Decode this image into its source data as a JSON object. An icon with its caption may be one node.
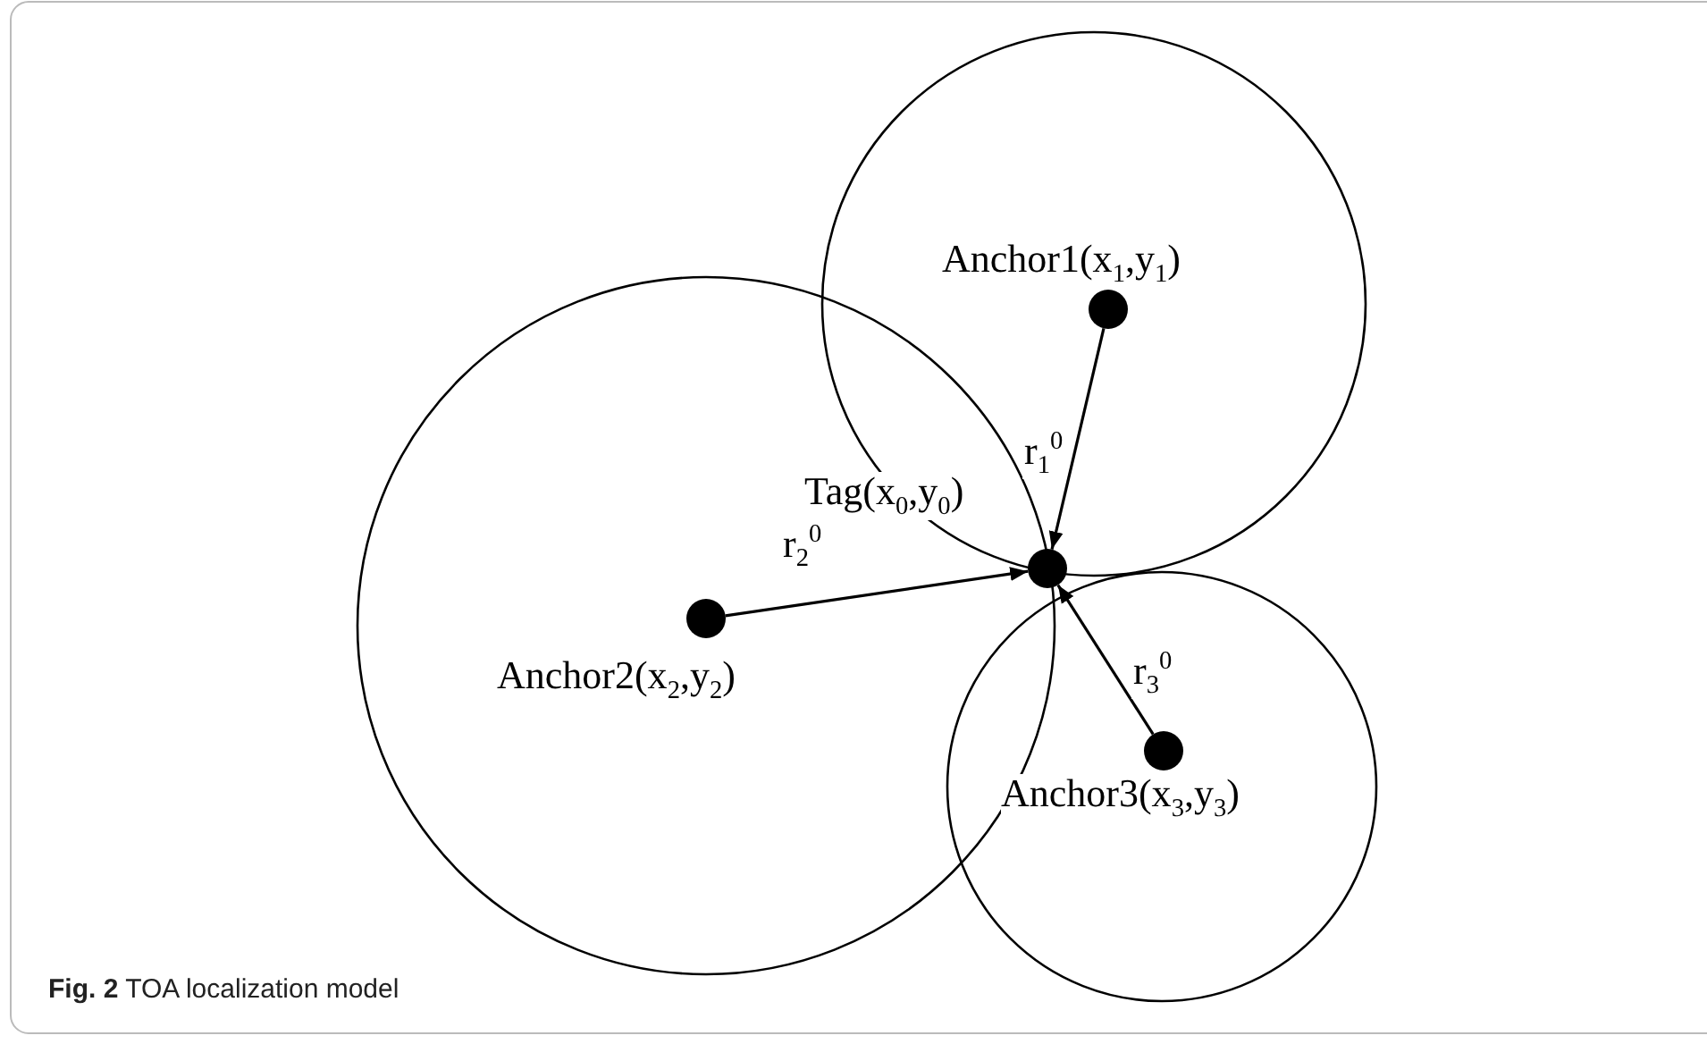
{
  "diagram": {
    "caption": "**Fig. 2** TOA localization model",
    "nodes": [
      {
        "text": [],
        "shape": "circle",
        "beside": [
          "Anchor1(x$_{1}$,y$_{1}$)"
        ]
      },
      {
        "text": [],
        "shape": "circle",
        "beside": [
          "Tag(x$_{0}$,y$_{0}$)"
        ]
      },
      {
        "text": [],
        "shape": "circle",
        "beside": [
          "Anchor2(x$_{2}$,y$_{2}$)"
        ]
      },
      {
        "text": [],
        "shape": "circle",
        "beside": [
          "Anchor3(x$_{3}$,y$_{3}$)"
        ]
      }
    ],
    "edges": [
      {
        "from": 0,
        "to": 1,
        "arrow": "to",
        "label": "r$_{1}$$^{0}$"
      },
      {
        "from": 2,
        "to": 1,
        "arrow": "to",
        "label": "r$_{2}$$^{0}$"
      },
      {
        "from": 3,
        "to": 1,
        "arrow": "to",
        "label": "r$_{3}$$^{0}$"
      }
    ]
  }
}
